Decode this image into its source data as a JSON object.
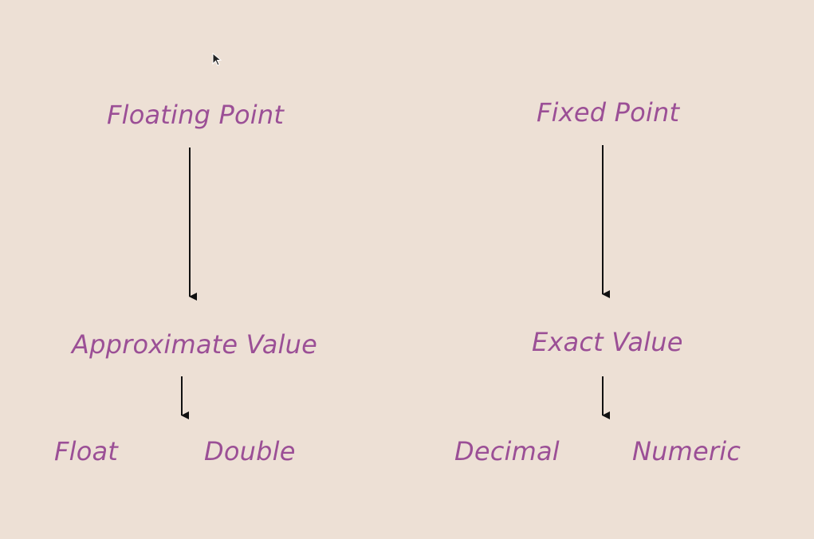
{
  "colors": {
    "background": "#ede0d5",
    "label_text": "#9b4f96",
    "arrow": "#111111"
  },
  "left_branch": {
    "title": "Floating Point",
    "mid": "Approximate Value",
    "leaves": [
      "Float",
      "Double"
    ]
  },
  "right_branch": {
    "title": "Fixed Point",
    "mid": "Exact Value",
    "leaves": [
      "Decimal",
      "Numeric"
    ]
  },
  "cursor_icon": "mouse-pointer-icon"
}
